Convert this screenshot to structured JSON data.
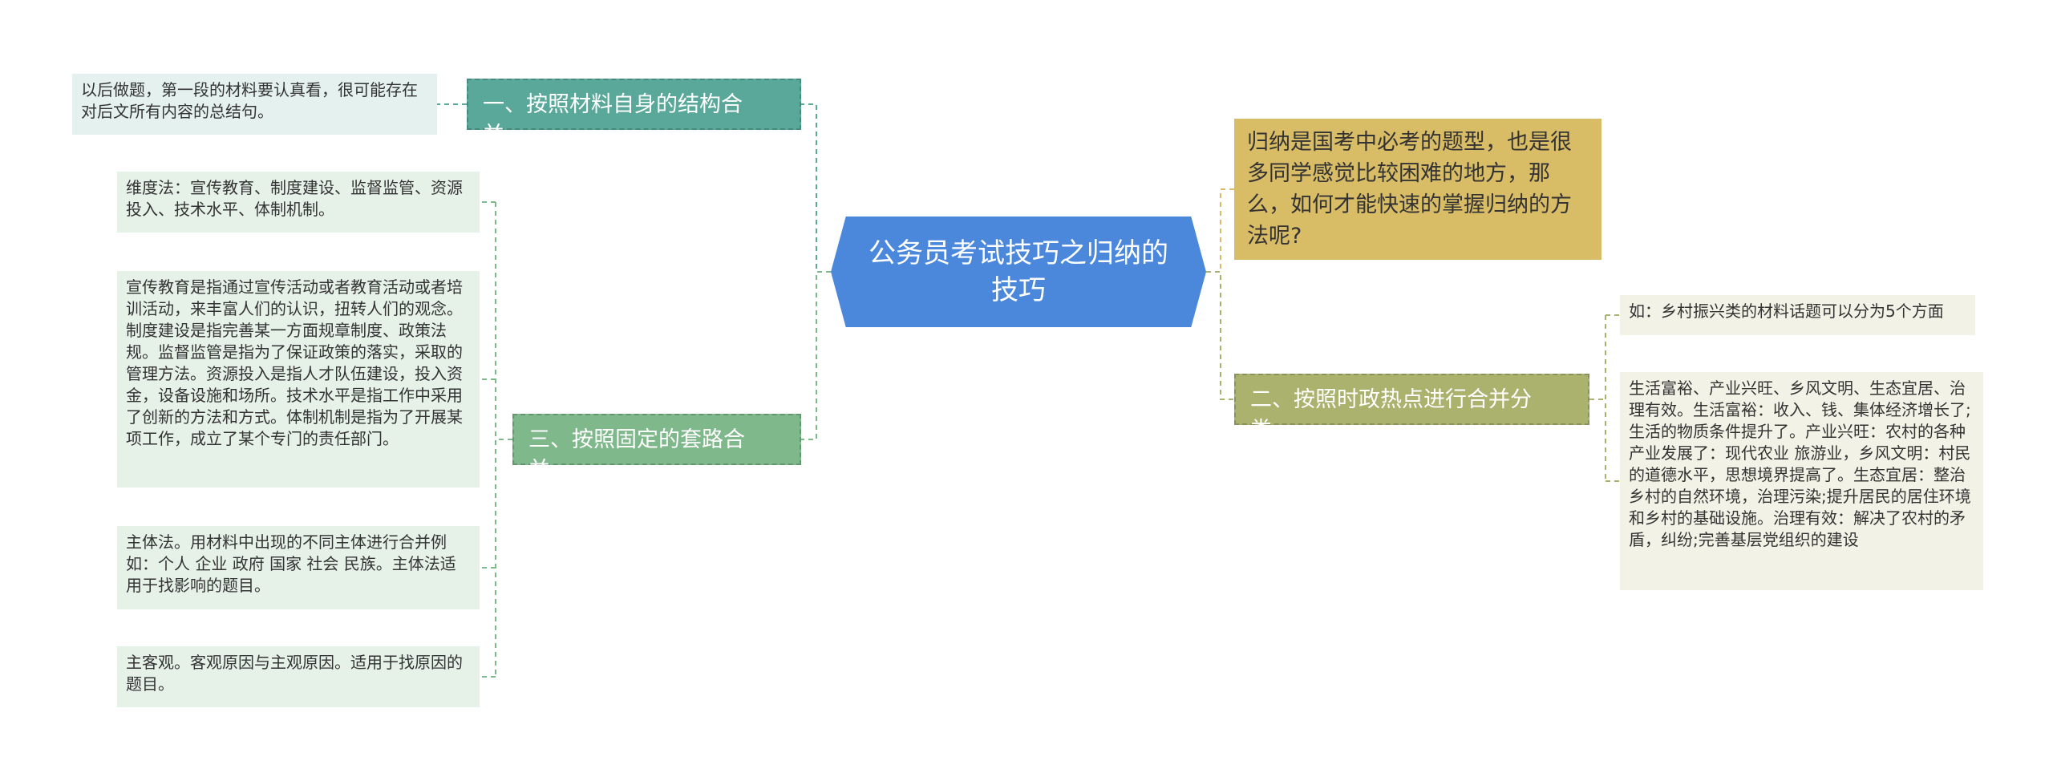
{
  "center": {
    "title": "公务员考试技巧之归纳的技巧"
  },
  "intro": {
    "text": "归纳是国考中必考的题型，也是很多同学感觉比较困难的地方，那么，如何才能快速的掌握归纳的方法呢?"
  },
  "branch1": {
    "title": "一、按照材料自身的结构合并。",
    "note": "以后做题，第一段的材料要认真看，很可能存在对后文所有内容的总结句。"
  },
  "branch2": {
    "title": "二、按照时政热点进行合并分类。",
    "notes": [
      "如：乡村振兴类的材料话题可以分为5个方面",
      "生活富裕、产业兴旺、乡风文明、生态宜居、治理有效。生活富裕：收入、钱、集体经济增长了;生活的物质条件提升了。产业兴旺：农村的各种产业发展了：现代农业 旅游业，乡风文明：村民的道德水平，思想境界提高了。生态宜居：整治乡村的自然环境，治理污染;提升居民的居住环境和乡村的基础设施。治理有效：解决了农村的矛盾，纠纷;完善基层党组织的建设"
    ]
  },
  "branch3": {
    "title": "三、按照固定的套路合并。",
    "notes": [
      "维度法：宣传教育、制度建设、监督监管、资源投入、技术水平、体制机制。",
      "宣传教育是指通过宣传活动或者教育活动或者培训活动，来丰富人们的认识，扭转人们的观念。制度建设是指完善某一方面规章制度、政策法规。监督监管是指为了保证政策的落实，采取的管理方法。资源投入是指人才队伍建设，投入资金，设备设施和场所。技术水平是指工作中采用了创新的方法和方式。体制机制是指为了开展某项工作，成立了某个专门的责任部门。",
      "主体法。用材料中出现的不同主体进行合并例如：个人 企业 政府 国家 社会 民族。主体法适用于找影响的题目。",
      "主客观。客观原因与主观原因。适用于找原因的题目。"
    ]
  },
  "colors": {
    "center": "#4b88dc",
    "branch1": "#5aa89a",
    "branch2": "#aab26e",
    "branch3": "#7eb88b",
    "intro": "#d9bc66"
  }
}
